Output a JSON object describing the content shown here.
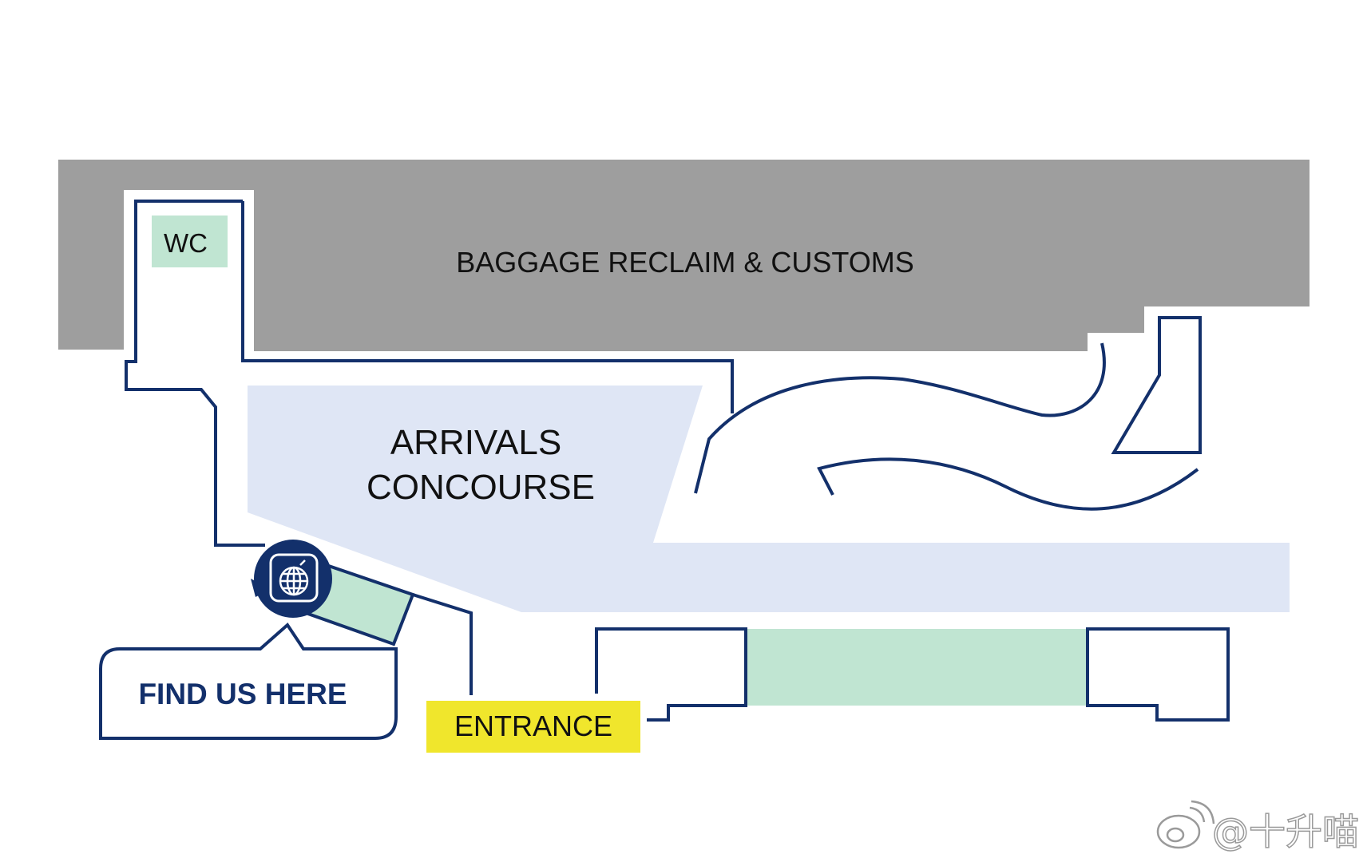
{
  "map": {
    "areas": {
      "baggage": "BAGGAGE RECLAIM & CUSTOMS",
      "wc": "WC",
      "arrivals_line1": "ARRIVALS",
      "arrivals_line2": "CONCOURSE",
      "entrance": "ENTRANCE"
    },
    "callout": {
      "label": "FIND US HERE",
      "icon": "grid-globe-icon"
    },
    "watermark": "@十升喵"
  },
  "colors": {
    "baggage_fill": "#9e9e9e",
    "concourse_fill": "#dfe6f5",
    "green_fill": "#c0e5d2",
    "wall_stroke": "#13306b",
    "entrance_fill": "#f0e62c",
    "marker_fill": "#13306b"
  }
}
